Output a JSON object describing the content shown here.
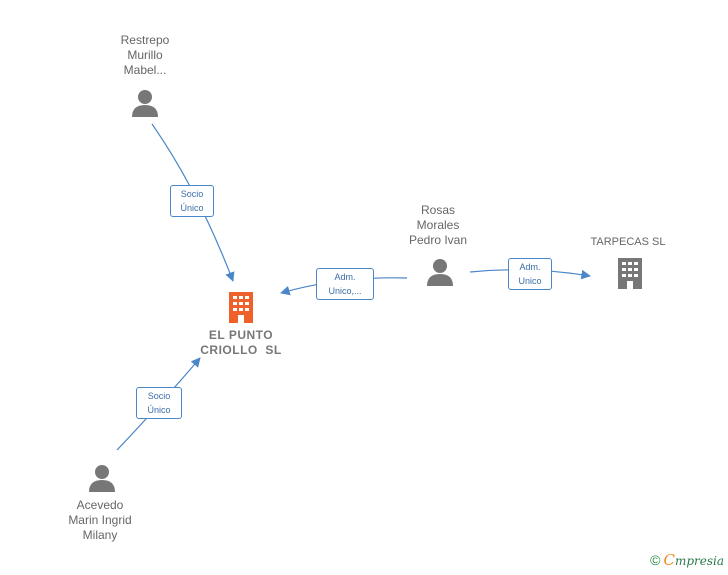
{
  "nodes": {
    "restrepo": {
      "lines": [
        "Restrepo",
        "Murillo",
        "Mabel..."
      ]
    },
    "rosas": {
      "lines": [
        "Rosas",
        "Morales",
        "Pedro Ivan"
      ]
    },
    "tarpecas": {
      "lines": [
        "TARPECAS SL"
      ]
    },
    "main": {
      "lines": [
        "EL PUNTO",
        "CRIOLLO  SL"
      ]
    },
    "acevedo": {
      "lines": [
        "Acevedo",
        "Marin Ingrid",
        "Milany"
      ]
    }
  },
  "edges": {
    "restrepo_main": {
      "lines": [
        "Socio",
        "Único"
      ]
    },
    "rosas_main": {
      "lines": [
        "Adm.",
        "Unico,..."
      ]
    },
    "rosas_tarpecas": {
      "lines": [
        "Adm.",
        "Unico"
      ]
    },
    "acevedo_main": {
      "lines": [
        "Socio",
        "Único"
      ]
    }
  },
  "footer": {
    "copyright": "©",
    "brand_first": "C",
    "brand_rest": "mpresia"
  },
  "colors": {
    "edge": "#4a86c8",
    "person": "#777777",
    "main_company": "#f0602a",
    "company": "#777777"
  }
}
